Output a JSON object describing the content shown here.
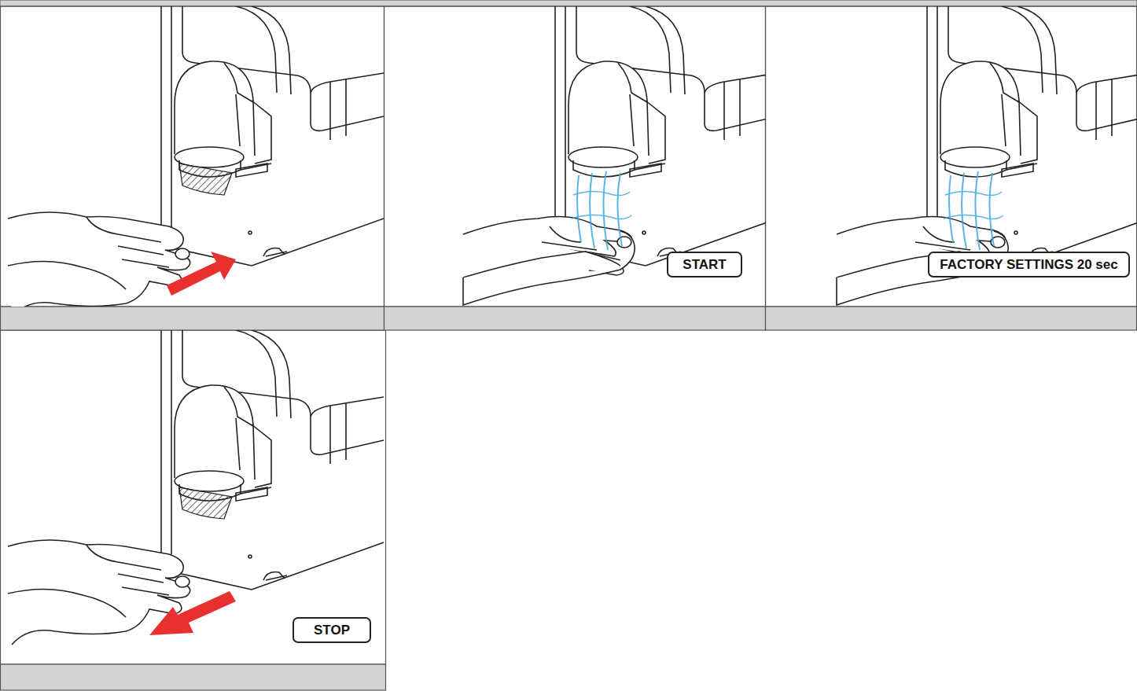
{
  "diagram": {
    "nodes": [
      {
        "text": [
          "START"
        ]
      },
      {
        "text": [
          "FACTORY SETTINGS 20 sec"
        ]
      },
      {
        "text": [
          "STOP"
        ]
      }
    ]
  }
}
